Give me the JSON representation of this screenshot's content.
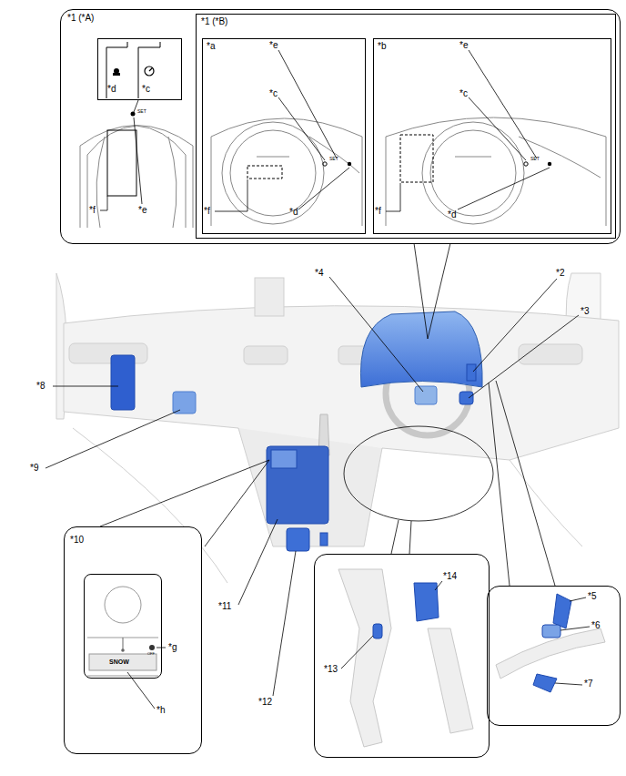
{
  "diagram": {
    "nodes": [
      {
        "text": [
          "*1 (*A)",
          "*f",
          "*e",
          "SET"
        ]
      },
      {
        "text": [
          "*d",
          "*c"
        ],
        "in": 0
      },
      {
        "text": [
          "*1 (*B)"
        ],
        "in": 0
      },
      {
        "text": [
          "*a",
          "*e",
          "*c",
          "*f",
          "*d",
          "SET"
        ],
        "in": 2
      },
      {
        "text": [
          "*b",
          "*e",
          "*c",
          "*f",
          "*d",
          "SET"
        ],
        "in": 2
      },
      {
        "text": [
          "*10",
          "*g",
          "*h"
        ]
      },
      {
        "text": [
          "OFF",
          "SNOW"
        ],
        "in": 5
      },
      {
        "text": [
          "*14",
          "*13"
        ]
      },
      {
        "text": [
          "*5",
          "*6",
          "*7"
        ]
      }
    ],
    "labels": [
      "*4",
      "*2",
      "*3",
      "*8",
      "*9",
      "*11",
      "*12"
    ]
  }
}
